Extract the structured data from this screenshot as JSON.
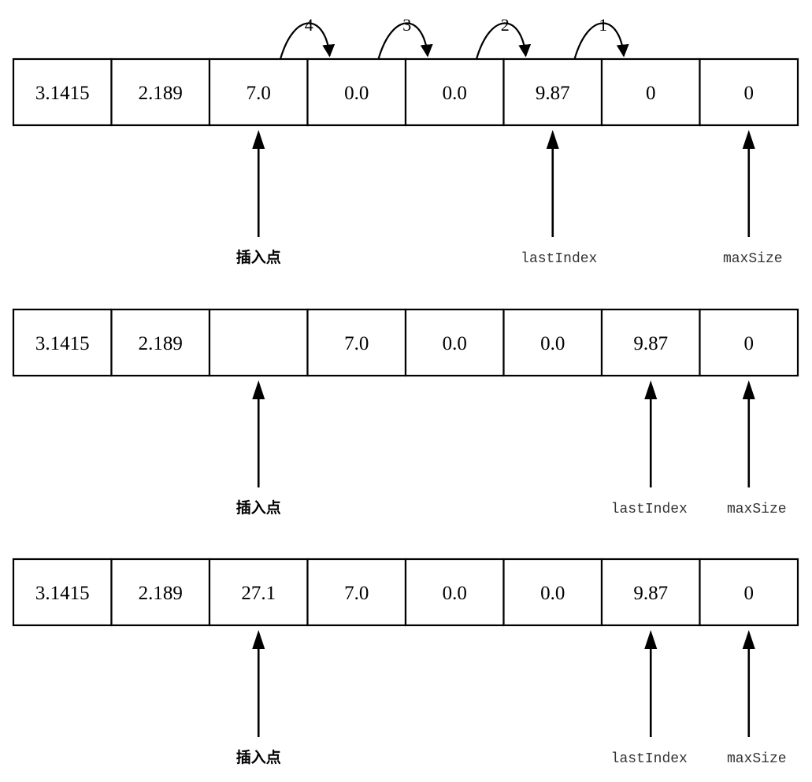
{
  "rows": [
    {
      "cells": [
        "3.1415",
        "2.189",
        "7.0",
        "0.0",
        "0.0",
        "9.87",
        "0",
        "0"
      ],
      "pointers": [
        {
          "label": "插入点",
          "cell": 2,
          "kind": "cn"
        },
        {
          "label": "lastIndex",
          "cell": 5,
          "kind": "code"
        },
        {
          "label": "maxSize",
          "cell": 7,
          "kind": "code"
        }
      ],
      "shifts": [
        {
          "num": "4",
          "from": 2,
          "to": 3
        },
        {
          "num": "3",
          "from": 3,
          "to": 4
        },
        {
          "num": "2",
          "from": 4,
          "to": 5
        },
        {
          "num": "1",
          "from": 5,
          "to": 6
        }
      ]
    },
    {
      "cells": [
        "3.1415",
        "2.189",
        "",
        "7.0",
        "0.0",
        "0.0",
        "9.87",
        "0"
      ],
      "pointers": [
        {
          "label": "插入点",
          "cell": 2,
          "kind": "cn"
        },
        {
          "label": "lastIndex",
          "cell": 6,
          "kind": "code"
        },
        {
          "label": "maxSize",
          "cell": 7,
          "kind": "code"
        }
      ],
      "shifts": []
    },
    {
      "cells": [
        "3.1415",
        "2.189",
        "27.1",
        "7.0",
        "0.0",
        "0.0",
        "9.87",
        "0"
      ],
      "pointers": [
        {
          "label": "插入点",
          "cell": 2,
          "kind": "cn"
        },
        {
          "label": "lastIndex",
          "cell": 6,
          "kind": "code"
        },
        {
          "label": "maxSize",
          "cell": 7,
          "kind": "code"
        }
      ],
      "shifts": []
    }
  ]
}
